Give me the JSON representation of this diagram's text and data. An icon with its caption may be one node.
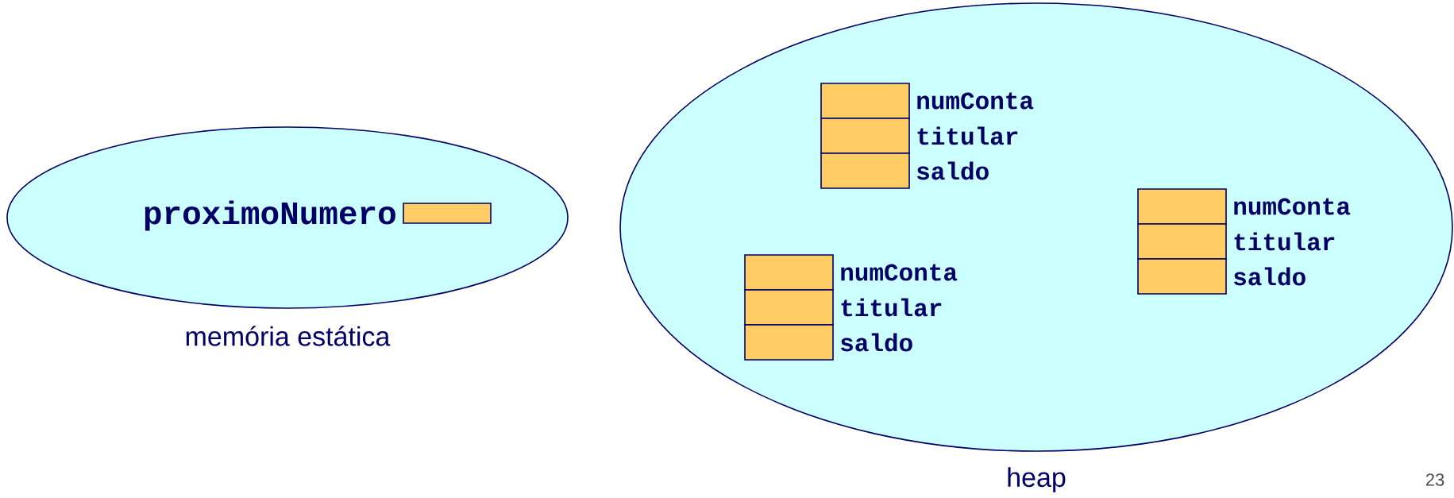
{
  "diagram": {
    "nodes": [
      {
        "text": [
          "memória estática"
        ]
      },
      {
        "text": [],
        "shape": "box",
        "in": 0,
        "beside": [
          "proximoNumero"
        ]
      },
      {
        "text": [
          "heap"
        ]
      },
      {
        "text": [],
        "shape": "box",
        "in": 2,
        "beside": [
          "numConta"
        ]
      },
      {
        "text": [],
        "shape": "box",
        "in": 2,
        "beside": [
          "titular"
        ]
      },
      {
        "text": [],
        "shape": "box",
        "in": 2,
        "beside": [
          "saldo"
        ]
      },
      {
        "text": [],
        "shape": "box",
        "in": 2,
        "beside": [
          "numConta"
        ]
      },
      {
        "text": [],
        "shape": "box",
        "in": 2,
        "beside": [
          "titular"
        ]
      },
      {
        "text": [],
        "shape": "box",
        "in": 2,
        "beside": [
          "saldo"
        ]
      },
      {
        "text": [],
        "shape": "box",
        "in": 2,
        "beside": [
          "numConta"
        ]
      },
      {
        "text": [],
        "shape": "box",
        "in": 2,
        "beside": [
          "titular"
        ]
      },
      {
        "text": [],
        "shape": "box",
        "in": 2,
        "beside": [
          "saldo"
        ]
      }
    ],
    "edges": [],
    "labels": [
      "23"
    ]
  }
}
